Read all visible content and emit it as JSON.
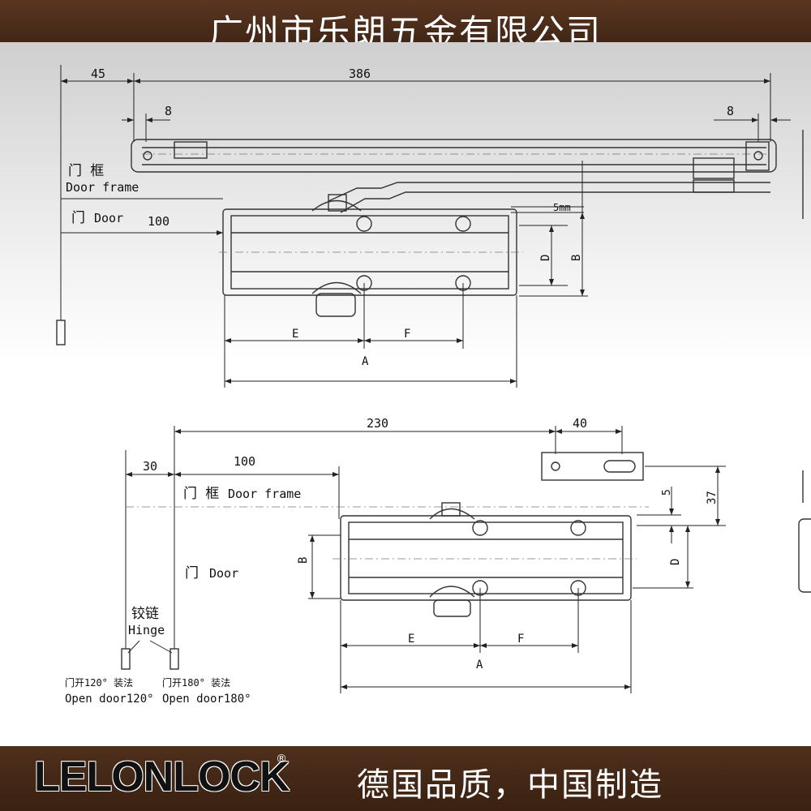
{
  "header": {
    "company": "广州市乐朗五金有限公司"
  },
  "footer": {
    "logo": "LELONLOCK",
    "reg": "®",
    "slogan": "德国品质，中国制造"
  },
  "top_diagram": {
    "dim_45": "45",
    "dim_386": "386",
    "dim_8_left": "8",
    "dim_8_right": "8",
    "dim_100": "100",
    "dim_5mm": "5mm",
    "label_D": "D",
    "label_B": "B",
    "label_E": "E",
    "label_F": "F",
    "label_A": "A",
    "door_frame_cn": "门 框",
    "door_frame_en": "Door frame",
    "door_cn": "门",
    "door_en": "Door"
  },
  "bottom_diagram": {
    "dim_230": "230",
    "dim_40": "40",
    "dim_30": "30",
    "dim_100": "100",
    "dim_5": "5",
    "dim_37": "37",
    "label_B": "B",
    "label_D": "D",
    "label_E": "E",
    "label_F": "F",
    "label_A": "A",
    "door_frame_cn": "门 框",
    "door_frame_en": "Door frame",
    "door_cn": "门",
    "door_en": "Door",
    "hinge_cn": "铰链",
    "hinge_en": "Hinge",
    "open120_cn": "门开120°  装法",
    "open180_cn": "门开180°  装法",
    "open120_en": "Open door120°",
    "open180_en": "Open door180°"
  }
}
